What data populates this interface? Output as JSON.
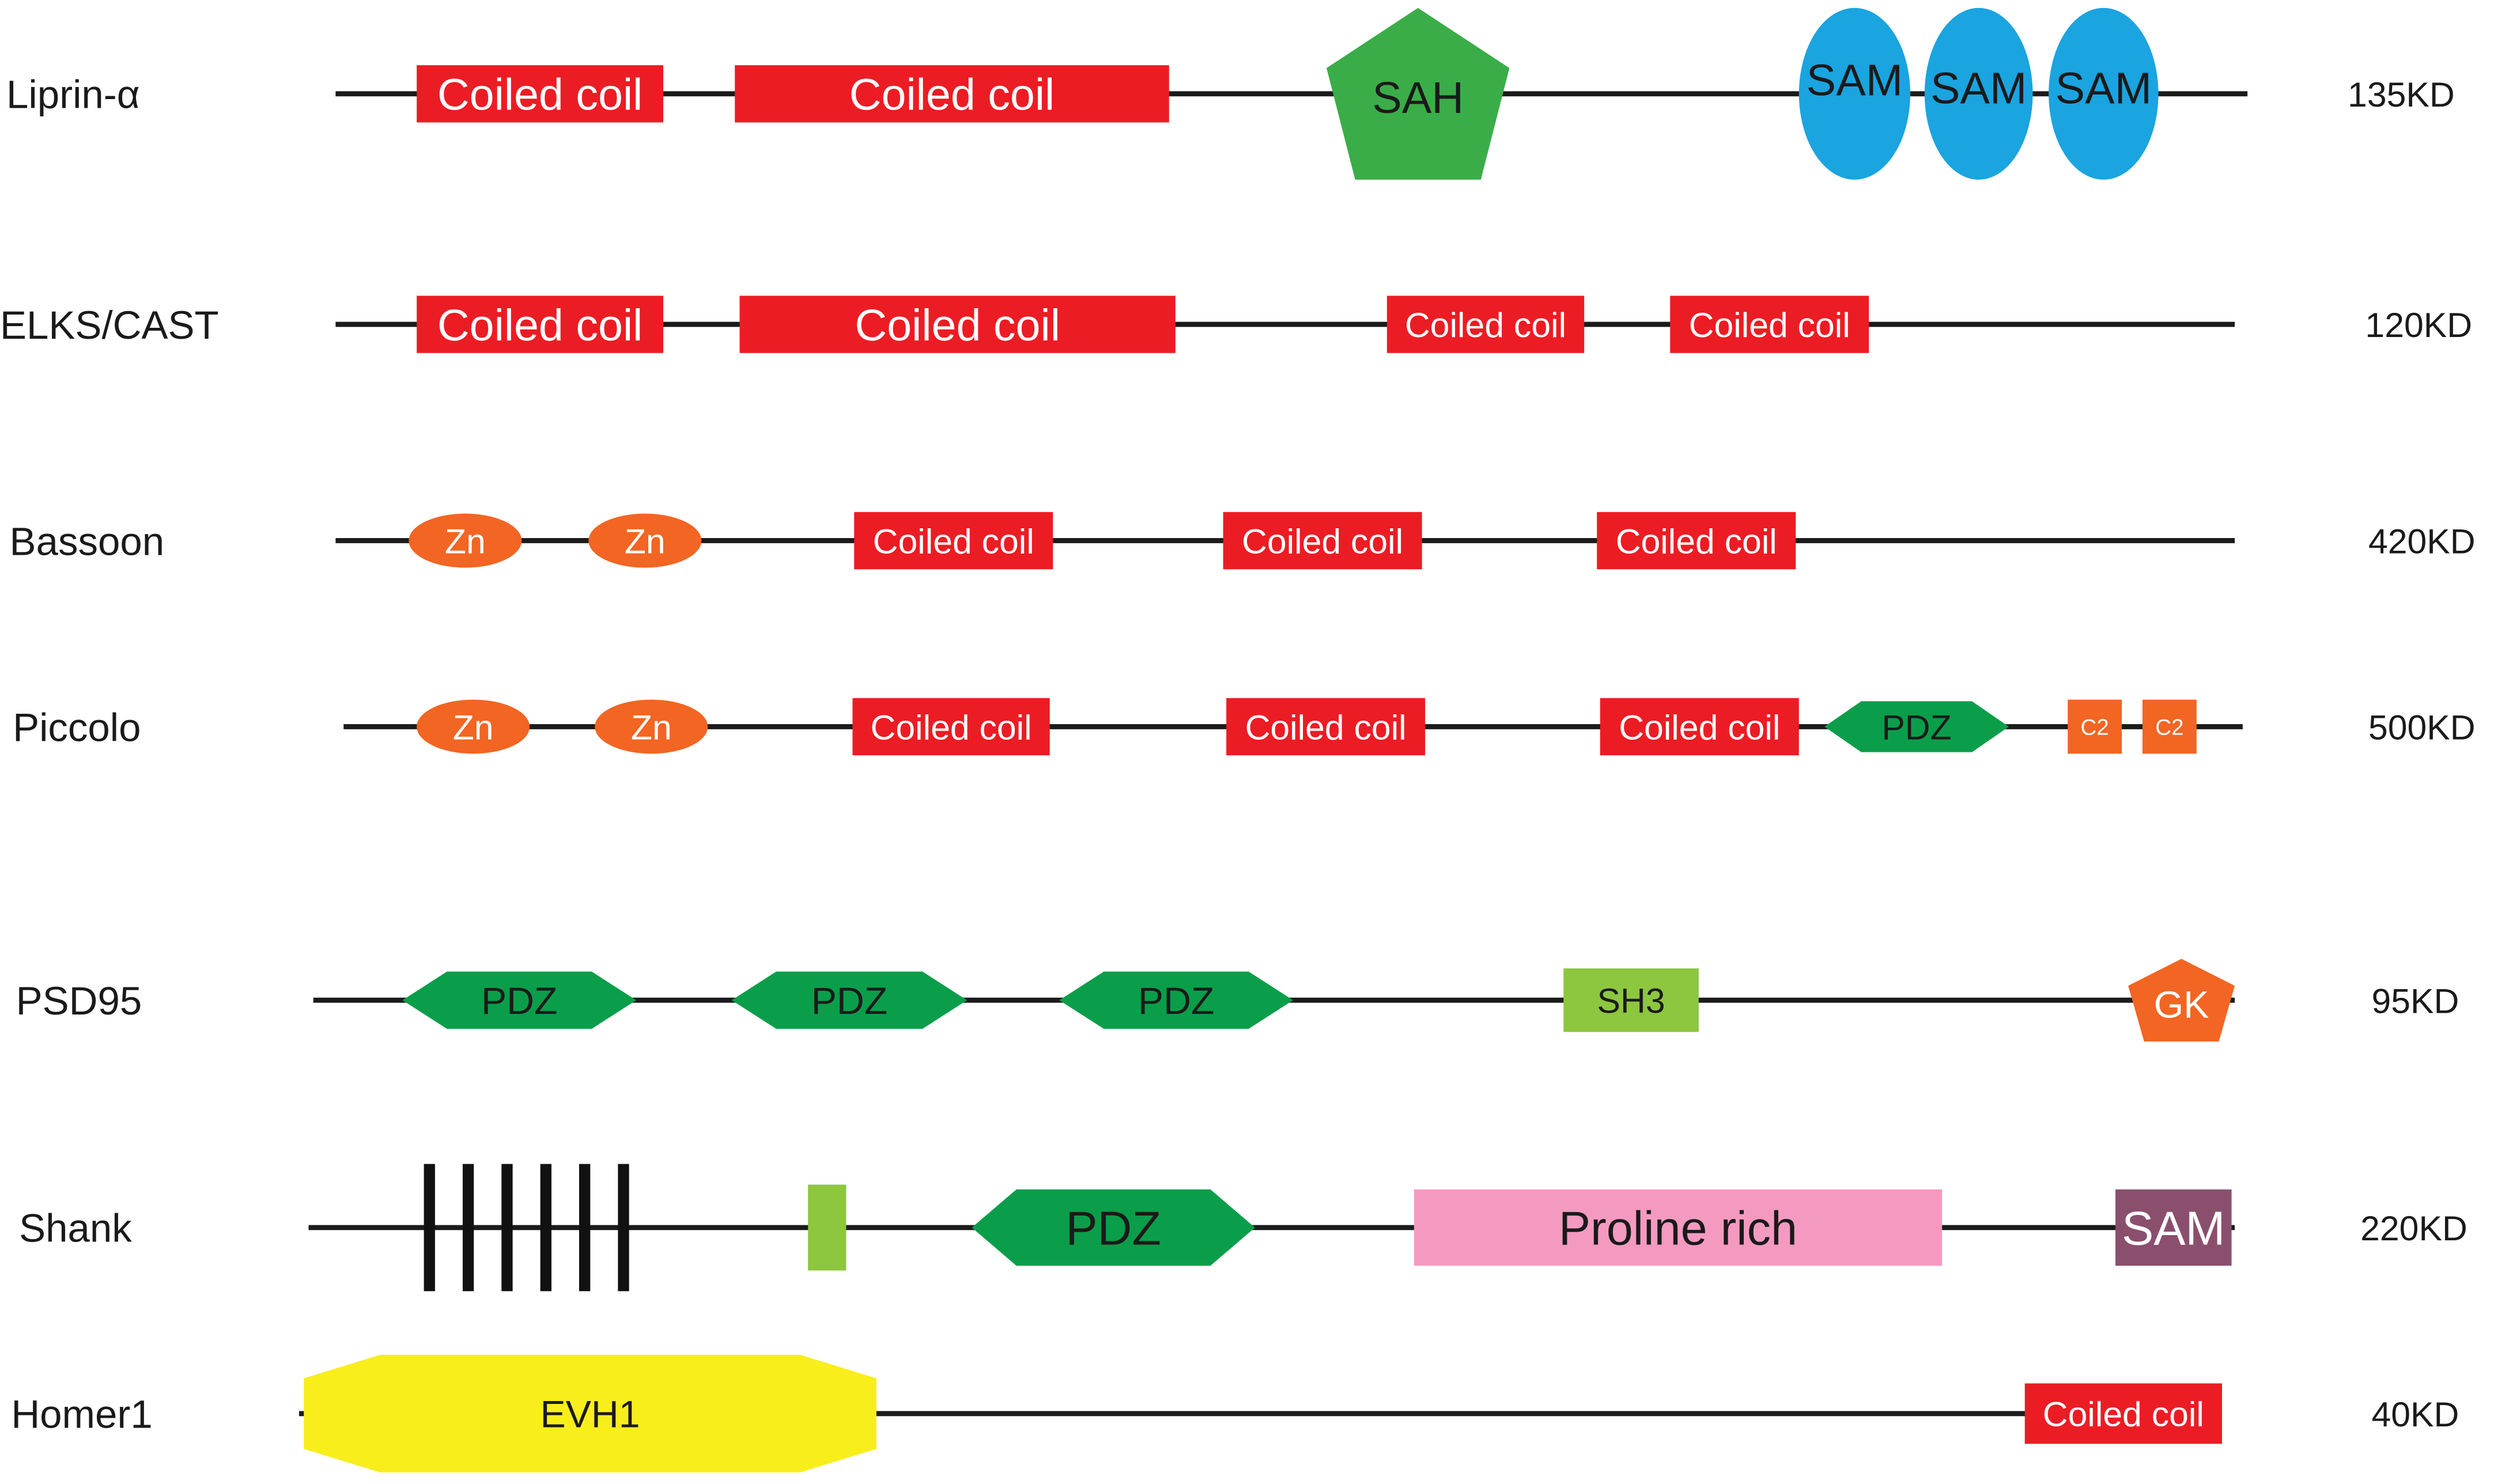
{
  "colors": {
    "backbone": "#1b1b1b",
    "coiled_coil": "#ec1c24",
    "sah": "#3aad48",
    "sam_oval": "#1aa4e0",
    "zinc_finger": "#f26522",
    "pdz": "#0a9e4a",
    "sh3": "#8dc63f",
    "gk": "#f26522",
    "c2": "#f26522",
    "proline_rich": "#f49ac1",
    "shank_sam": "#8b4f6e",
    "evh1": "#f8ee1c",
    "small_green": "#8dc63f",
    "repeat_bar": "#111111"
  },
  "proteins": [
    {
      "name": "Liprin-α",
      "size": "135KD",
      "domains": [
        {
          "kind": "coiled-coil",
          "label": "Coiled coil"
        },
        {
          "kind": "coiled-coil",
          "label": "Coiled coil"
        },
        {
          "kind": "sah",
          "label": "SAH"
        },
        {
          "kind": "sam-oval",
          "label": "SAM"
        },
        {
          "kind": "sam-oval",
          "label": "SAM"
        },
        {
          "kind": "sam-oval",
          "label": "SAM"
        }
      ]
    },
    {
      "name": "ELKS/CAST",
      "size": "120KD",
      "domains": [
        {
          "kind": "coiled-coil",
          "label": "Coiled coil"
        },
        {
          "kind": "coiled-coil",
          "label": "Coiled coil"
        },
        {
          "kind": "coiled-coil",
          "label": "Coiled coil"
        },
        {
          "kind": "coiled-coil",
          "label": "Coiled coil"
        }
      ]
    },
    {
      "name": "Bassoon",
      "size": "420KD",
      "domains": [
        {
          "kind": "zinc-finger",
          "label": "Zn"
        },
        {
          "kind": "zinc-finger",
          "label": "Zn"
        },
        {
          "kind": "coiled-coil",
          "label": "Coiled coil"
        },
        {
          "kind": "coiled-coil",
          "label": "Coiled coil"
        },
        {
          "kind": "coiled-coil",
          "label": "Coiled coil"
        }
      ]
    },
    {
      "name": "Piccolo",
      "size": "500KD",
      "domains": [
        {
          "kind": "zinc-finger",
          "label": "Zn"
        },
        {
          "kind": "zinc-finger",
          "label": "Zn"
        },
        {
          "kind": "coiled-coil",
          "label": "Coiled coil"
        },
        {
          "kind": "coiled-coil",
          "label": "Coiled coil"
        },
        {
          "kind": "coiled-coil",
          "label": "Coiled coil"
        },
        {
          "kind": "pdz",
          "label": "PDZ"
        },
        {
          "kind": "c2",
          "label": "C2"
        },
        {
          "kind": "c2",
          "label": "C2"
        }
      ]
    },
    {
      "name": "PSD95",
      "size": "95KD",
      "domains": [
        {
          "kind": "pdz",
          "label": "PDZ"
        },
        {
          "kind": "pdz",
          "label": "PDZ"
        },
        {
          "kind": "pdz",
          "label": "PDZ"
        },
        {
          "kind": "sh3",
          "label": "SH3"
        },
        {
          "kind": "gk",
          "label": "GK"
        }
      ]
    },
    {
      "name": "Shank",
      "size": "220KD",
      "domains": [
        {
          "kind": "repeats",
          "label": "",
          "count": 6
        },
        {
          "kind": "small-green",
          "label": ""
        },
        {
          "kind": "pdz",
          "label": "PDZ"
        },
        {
          "kind": "proline-rich",
          "label": "Proline rich"
        },
        {
          "kind": "shank-sam",
          "label": "SAM"
        }
      ]
    },
    {
      "name": "Homer1",
      "size": "40KD",
      "domains": [
        {
          "kind": "evh1",
          "label": "EVH1"
        },
        {
          "kind": "coiled-coil",
          "label": "Coiled coil"
        }
      ]
    }
  ]
}
